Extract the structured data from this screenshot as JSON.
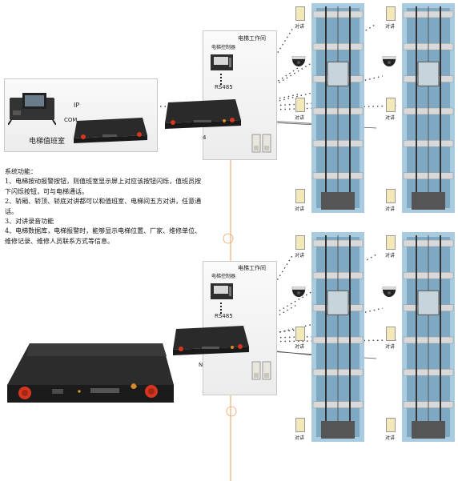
{
  "duty_room": {
    "label": "电梯值班室"
  },
  "machine_room": {
    "title": "电梯工作间",
    "controller_label": "电梯控制器",
    "bus_label": "RS485"
  },
  "links": {
    "ip_label": "IP",
    "com_label": "COM"
  },
  "router_top_tag": "4",
  "router_bottom_tag": "N",
  "intercom_label": "对讲",
  "system_info": {
    "heading": "系统功能：",
    "items": [
      "1、电梯按动报警按钮，则值班室显示屏上对应该按钮闪烁，值班员按下闪烁按钮，可与电梯通话。",
      "2、轿厢、轿顶、轿底对讲都可以和值班室、电梯间五方对讲，任意通话。",
      "3、对讲录音功能",
      "4、电梯数据库，电梯报警时，能够显示电梯位置、厂家、维修单位、维修记录、维修人员联系方式等信息。"
    ]
  },
  "colors": {
    "router_body": "#2a2a2a",
    "router_led_red": "#d6361f",
    "shaft_blue": "#9fc3d8",
    "dash_link": "#444444",
    "orange_line": "#e8a060"
  }
}
